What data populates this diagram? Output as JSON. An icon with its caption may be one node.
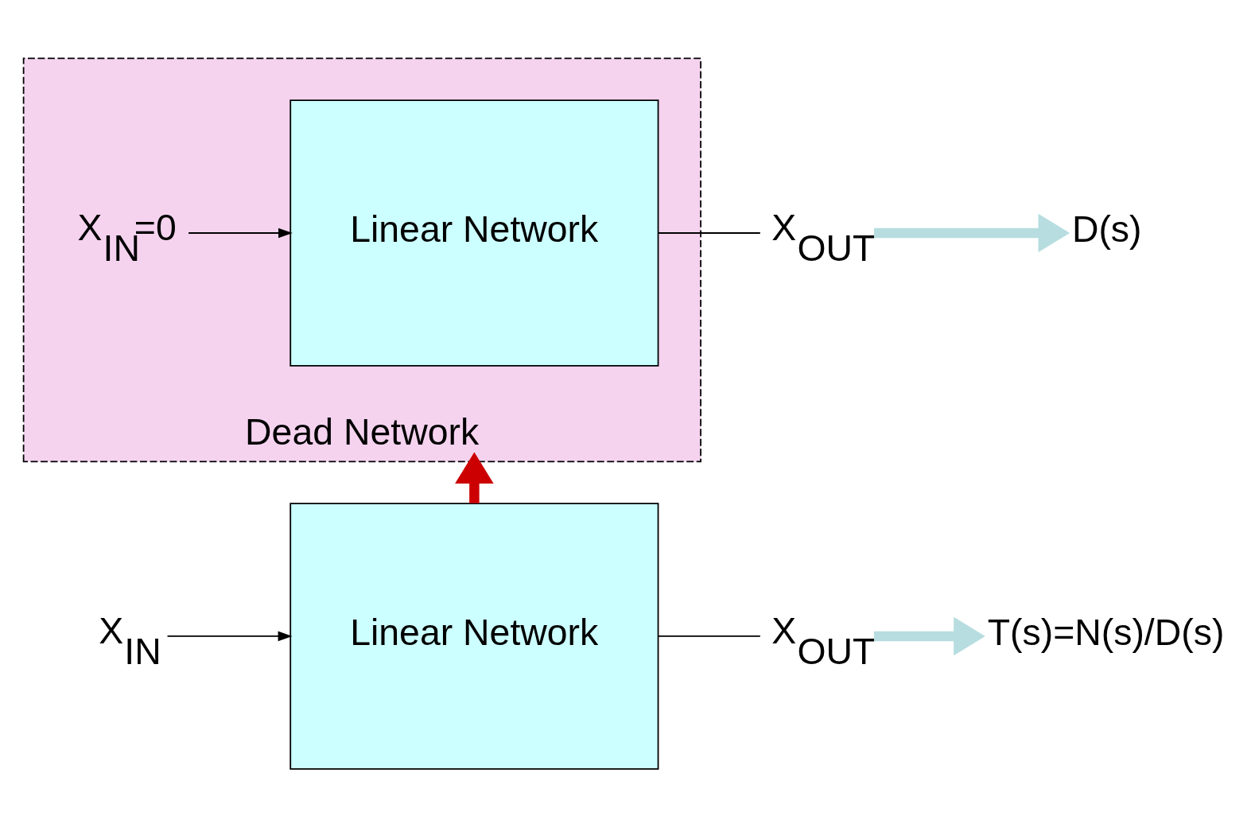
{
  "diagram": {
    "nodes": [
      {
        "text": [
          "Linear Network"
        ]
      },
      {
        "text": [
          "X$_{IN}$"
        ]
      },
      {
        "text": [
          "X$_{OUT}$"
        ]
      },
      {
        "text": [
          "T(s)=N(s)/D(s)"
        ]
      },
      {
        "text": [
          "Dead Network"
        ]
      },
      {
        "text": [
          "Linear Network"
        ],
        "in": 4
      },
      {
        "text": [
          "X$_{IN}$=0"
        ],
        "in": 4
      },
      {
        "text": [
          "X$_{OUT}$"
        ]
      },
      {
        "text": [
          "D(s)"
        ]
      }
    ],
    "edges": [
      {
        "from": 1,
        "to": 0,
        "arrow": "to"
      },
      {
        "from": 0,
        "to": 2,
        "arrow": "none"
      },
      {
        "from": 2,
        "to": 3,
        "arrow": "to",
        "style": "thick",
        "color": "#b7dde0"
      },
      {
        "from": 0,
        "to": 4,
        "arrow": "to",
        "style": "thick",
        "color": "#cc0000"
      },
      {
        "from": 6,
        "to": 5,
        "arrow": "to"
      },
      {
        "from": 5,
        "to": 7,
        "arrow": "none"
      },
      {
        "from": 7,
        "to": 8,
        "arrow": "to",
        "style": "thick",
        "color": "#b7dde0"
      }
    ]
  }
}
